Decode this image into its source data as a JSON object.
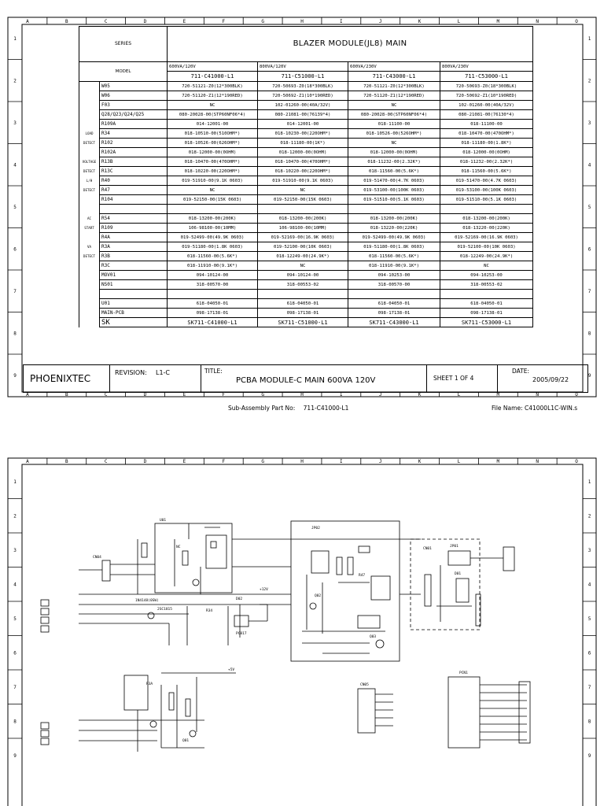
{
  "frame_columns": [
    "A",
    "B",
    "C",
    "D",
    "E",
    "F",
    "G",
    "H",
    "I",
    "J",
    "K",
    "L",
    "M",
    "N",
    "O"
  ],
  "frame_rows": [
    "1",
    "2",
    "3",
    "4",
    "5",
    "6",
    "7",
    "8",
    "9"
  ],
  "bom": {
    "series_label": "SERIES",
    "series_title": "BLAZER MODULE(JL8) MAIN",
    "model_label": "MODEL",
    "variants": [
      {
        "rating": "600VA/120V",
        "model": "711-C41000-L1"
      },
      {
        "rating": "800VA/120V",
        "model": "711-C51000-L1"
      },
      {
        "rating": "600VA/230V",
        "model": "711-C43000-L1"
      },
      {
        "rating": "800VA/230V",
        "model": "711-C53000-L1"
      }
    ],
    "rows": [
      {
        "group": "",
        "ref": "W05",
        "v": [
          "720-51121-Z0(12*300BLK)",
          "720-50693-Z0(18*300BLK)",
          "720-51121-Z0(12*300BLK)",
          "720-50693-Z0(18*300BLK)"
        ]
      },
      {
        "group": "",
        "ref": "W06",
        "v": [
          "720-51120-Z1(12*190RED)",
          "720-50692-Z1(10*190RED)",
          "720-51120-Z1(12*190RED)",
          "720-50692-Z1(10*190RED)"
        ]
      },
      {
        "group": "",
        "ref": "F03",
        "v": [
          "NC",
          "102-01260-00(40A/32V)",
          "NC",
          "102-01260-00(40A/32V)"
        ]
      },
      {
        "group": "",
        "ref": "Q28/Q23/Q24/Q25",
        "v": [
          "080-20028-00(STP60NF06*4)",
          "080-21081-00(76139*4)",
          "080-20028-00(STP60NF06*4)",
          "080-21081-00(76130*4)"
        ]
      },
      {
        "group": "",
        "ref": "R109A",
        "v": [
          "014-12001-00",
          "014-12001-00",
          "018-11100-00",
          "018-11100-00"
        ]
      },
      {
        "group": "LOAD",
        "ref": "R34",
        "v": [
          "018-10510-00(510OHM*)",
          "018-10230-00(220OHM*)",
          "018-10526-00(526OHM*)",
          "018-10470-00(470OHM*)"
        ]
      },
      {
        "group": "DETECT",
        "ref": "R102",
        "v": [
          "018-10526-00(626OHM*)",
          "018-11180-00(1K*)",
          "NC",
          "018-11180-00(1.8K*)"
        ]
      },
      {
        "group": "",
        "ref": "R102A",
        "v": [
          "018-12000-00(0OHM)",
          "018-12000-00(0OHM)",
          "018-12000-00(0OHM)",
          "018-12000-00(0OHM)"
        ]
      },
      {
        "group": "VOLTAGE",
        "ref": "R13B",
        "v": [
          "018-10470-00(470OHM*)",
          "018-10470-00(470OHM*)",
          "018-11232-00(2.32K*)",
          "018-11232-00(2.32K*)"
        ]
      },
      {
        "group": "DETECT",
        "ref": "R13C",
        "v": [
          "018-10220-00(220OHM*)",
          "018-10220-00(220OHM*)",
          "018-11560-00(5.6K*)",
          "018-11560-00(5.6K*)"
        ]
      },
      {
        "group": "L/H",
        "ref": "R40",
        "v": [
          "019-51910-00(9.1K 0603)",
          "019-51910-00(9.1K 0603)",
          "019-51470-00(4.7K 0603)",
          "019-51470-00(4.7K 0603)"
        ]
      },
      {
        "group": "DETECT",
        "ref": "R47",
        "v": [
          "NC",
          "NC",
          "019-53100-00(100K 0603)",
          "019-53100-00(100K 0603)"
        ]
      },
      {
        "group": "",
        "ref": "R104",
        "v": [
          "019-52150-00(15K 0603)",
          "019-52150-00(15K 0603)",
          "019-51510-00(5.1K 0603)",
          "019-51510-00(5.1K 0603)"
        ]
      },
      {
        "group": "",
        "ref": "",
        "v": [
          "",
          "",
          "",
          ""
        ]
      },
      {
        "group": "AC",
        "ref": "R54",
        "v": [
          "018-13200-00(200K)",
          "018-13200-00(200K)",
          "018-13200-00(200K)",
          "018-13200-00(200K)"
        ]
      },
      {
        "group": "START",
        "ref": "R109",
        "v": [
          "106-98100-00(10MM)",
          "106-98100-00(10MM)",
          "018-13220-00(220K)",
          "018-13220-00(220K)"
        ]
      },
      {
        "group": "",
        "ref": "R4A",
        "v": [
          "019-52499-00(49.9K 0603)",
          "019-52169-00(16.9K 0603)",
          "019-52499-00(49.9K 0603)",
          "019-52169-00(16.9K 0603)"
        ]
      },
      {
        "group": "VA",
        "ref": "R3A",
        "v": [
          "019-51180-00(1.8K 0603)",
          "019-52100-00(10K 0603)",
          "019-51180-00(1.8K 0603)",
          "019-52100-00(10K 0603)"
        ]
      },
      {
        "group": "DETECT",
        "ref": "R3B",
        "v": [
          "018-11560-00(5.6K*)",
          "018-12249-00(24.9K*)",
          "018-11560-00(5.6K*)",
          "018-12249-00(24.9K*)"
        ]
      },
      {
        "group": "",
        "ref": "R3C",
        "v": [
          "018-11910-00(9.1K*)",
          "NC",
          "018-11910-00(9.1K*)",
          "NC"
        ]
      },
      {
        "group": "",
        "ref": "MOV01",
        "v": [
          "094-10124-00",
          "094-10124-00",
          "094-10253-00",
          "094-10253-00"
        ]
      },
      {
        "group": "",
        "ref": "NS01",
        "v": [
          "318-00570-00",
          "318-00553-02",
          "318-00570-00",
          "318-00553-02"
        ]
      },
      {
        "group": "",
        "ref": "",
        "v": [
          "",
          "",
          "",
          ""
        ]
      },
      {
        "group": "",
        "ref": "U01",
        "v": [
          "618-04050-01",
          "618-04050-01",
          "618-04050-01",
          "618-04050-01"
        ]
      },
      {
        "group": "",
        "ref": "MAIN-PCB",
        "v": [
          "098-17138-01",
          "098-17138-01",
          "098-17138-01",
          "098-17138-01"
        ]
      },
      {
        "group": "",
        "ref": "SK",
        "v": [
          "SK711-C41000-L1",
          "SK711-C51000-L1",
          "SK711-C43000-L1",
          "SK711-C53000-L1"
        ]
      }
    ]
  },
  "title_block": {
    "company": "PHOENIXTEC",
    "revision_label": "REVISION:",
    "revision": "L1-C",
    "title_label": "TITLE:",
    "title": "PCBA MODULE-C MAIN 600VA 120V",
    "sheet": "SHEET 1 OF 4",
    "date_label": "DATE:",
    "date": "2005/09/22"
  },
  "footer": {
    "sub_assembly_label": "Sub-Assembly Part No:",
    "sub_assembly_value": "711-C41000-L1",
    "file_name_label": "File Name:",
    "file_name_value": "C41000L1C-WIN.s"
  },
  "schematic": {
    "labels": {
      "cn04": "CN04",
      "cn05": "CN05",
      "cn01": "CN01",
      "pcn1": "PCN1",
      "u01": "U01",
      "jp02": "JP02",
      "jp01": "JP01",
      "r34": "R34",
      "r3a": "R3A",
      "r47": "R47",
      "d01": "D01",
      "d02": "D02",
      "q01": "Q01",
      "q02": "Q02",
      "q03": "Q03",
      "vcc": "+12V",
      "v5": "+5V",
      "nc": "NC",
      "part_2sc1815": "2SC1815",
      "part_1n4148": "1N4148(0SW)",
      "part_pc817": "PC817"
    }
  }
}
